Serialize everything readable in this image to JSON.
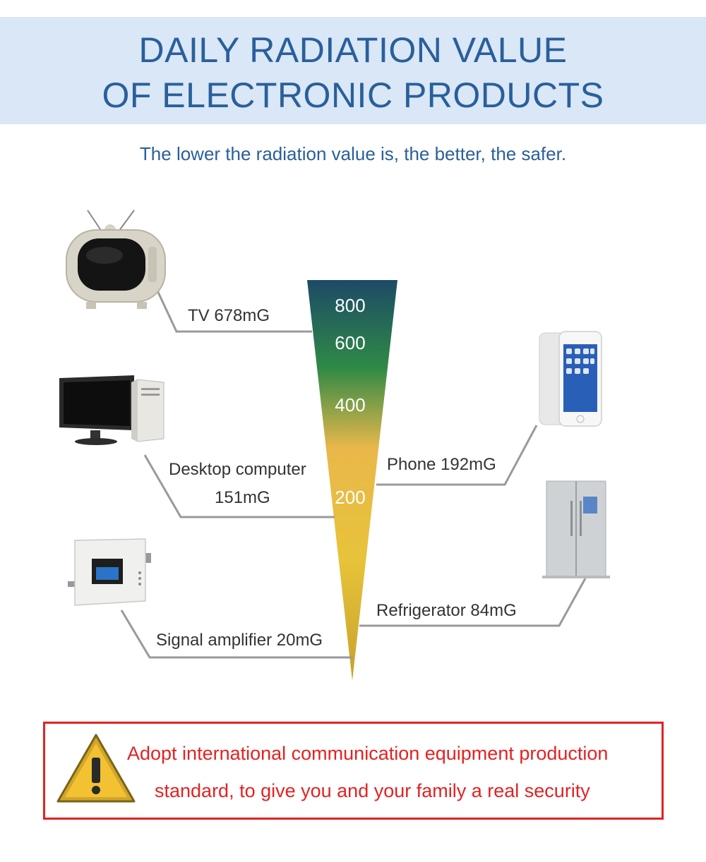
{
  "header": {
    "title_line1": "DAILY RADIATION VALUE",
    "title_line2": "OF ELECTRONIC PRODUCTS",
    "subtitle": "The lower the radiation value is, the better, the safer."
  },
  "scale": {
    "ticks": [
      "800",
      "600",
      "400",
      "200"
    ],
    "gradient_colors": [
      "#1d4a66",
      "#2f8a46",
      "#e9b84a",
      "#e7c33a",
      "#c9a12a"
    ]
  },
  "items": [
    {
      "device": "tv",
      "icon": "tv-icon",
      "label": "TV  678mG",
      "value_mG": 678
    },
    {
      "device": "desktop-computer",
      "icon": "desktop-computer-icon",
      "label_line1": "Desktop computer",
      "label_line2": "151mG",
      "value_mG": 151
    },
    {
      "device": "signal-amplifier",
      "icon": "signal-amplifier-icon",
      "label": "Signal amplifier 20mG",
      "value_mG": 20
    },
    {
      "device": "phone",
      "icon": "phone-icon",
      "label": "Phone 192mG",
      "value_mG": 192
    },
    {
      "device": "refrigerator",
      "icon": "refrigerator-icon",
      "label": "Refrigerator  84mG",
      "value_mG": 84
    }
  ],
  "notice": {
    "icon": "warning-icon",
    "line1": "Adopt international communication equipment production",
    "line2": "standard, to give you and your family a real security",
    "color": "#e32222"
  },
  "colors": {
    "title": "#2a5f9a",
    "band": "#d9e7f7",
    "leader_line": "#9a9a9a"
  }
}
